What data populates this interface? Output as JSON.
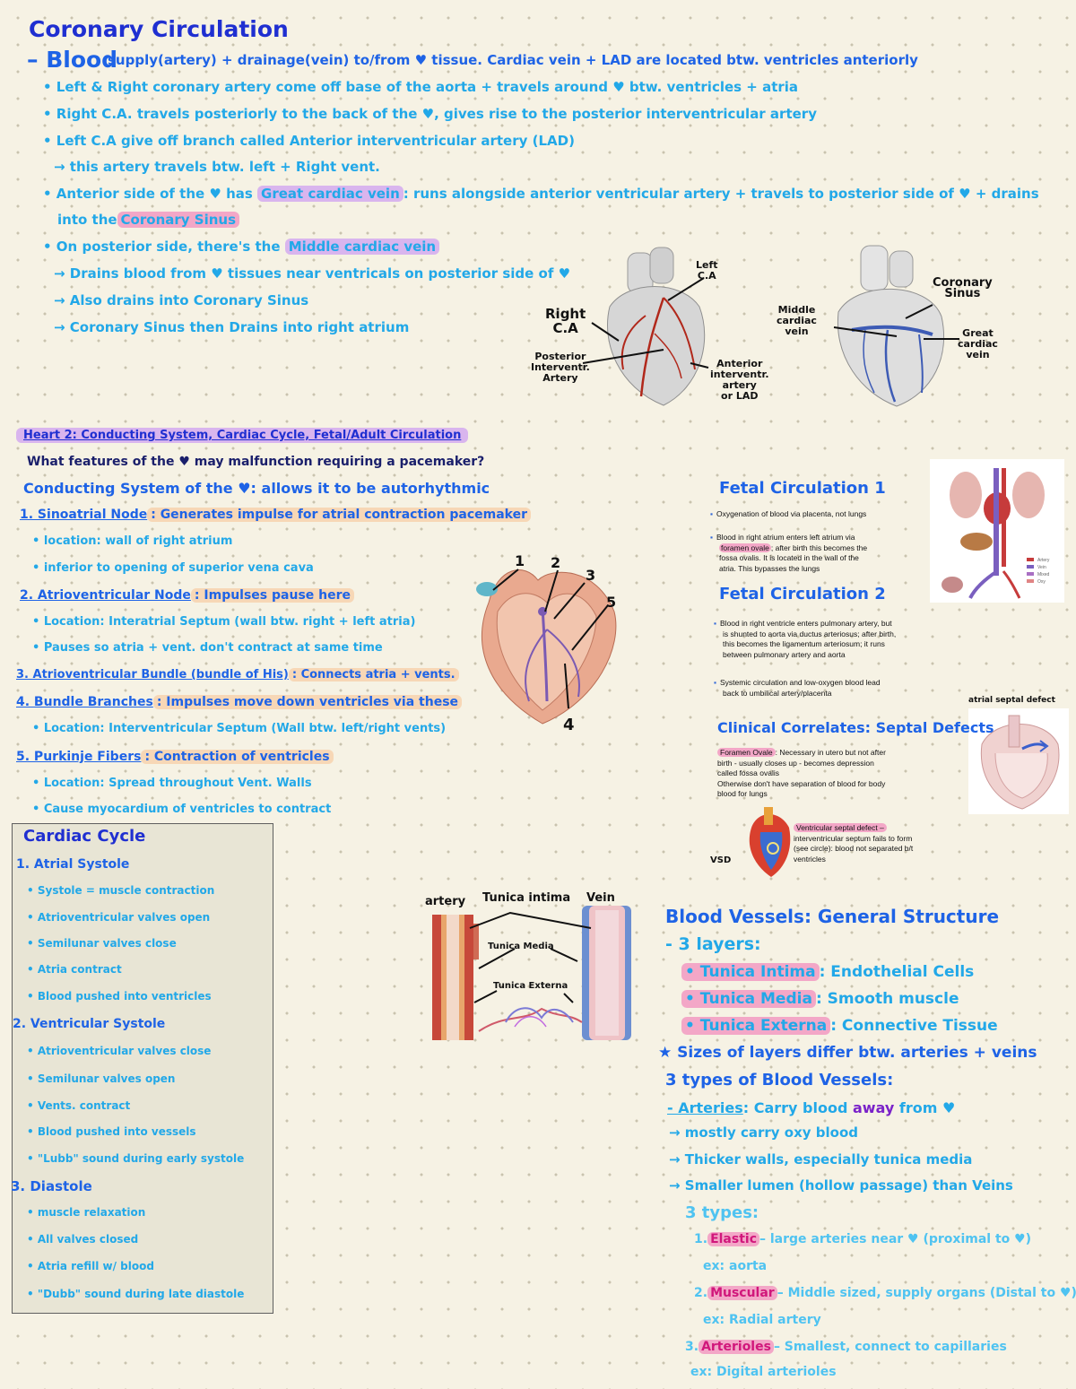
{
  "coronary": {
    "title": "Coronary Circulation",
    "line1a": "– Blood",
    "line1b": "supply(artery) + drainage(vein) to/from ♥ tissue. Cardiac vein + LAD are located btw. ventricles anteriorly",
    "line2": "• Left & Right coronary artery come off base of the aorta + travels around ♥ btw. ventricles + atria",
    "line3": "• Right C.A. travels posteriorly to the back of the ♥, gives rise to the posterior interventricular artery",
    "line4": "• Left C.A give off branch called Anterior interventricular artery (LAD)",
    "line5": "→ this artery travels btw. left + Right vent.",
    "line6a": "• Anterior side of the ♥ has",
    "line6b": "Great cardiac vein",
    "line6c": ": runs alongside anterior ventricular artery + travels to posterior side of ♥ + drains",
    "line7a": "into the",
    "line7b": "Coronary Sinus",
    "line8a": "• On posterior side, there's the",
    "line8b": "Middle cardiac vein",
    "line9": "→ Drains blood from ♥ tissues near ventricals on posterior side of ♥",
    "line10": "→ Also drains into Coronary Sinus",
    "line11": "→ Coronary Sinus then Drains into right atrium"
  },
  "heart_labels": {
    "left_ca": "Left\nC.A",
    "right_ca": "Right\nC.A",
    "posterior": "Posterior\nInterventr.\nArtery",
    "anterior": "Anterior\ninterventr.\nartery\nor LAD",
    "coronary_sinus": "Coronary\nSinus",
    "middle_cardiac": "Middle\ncardiac\nvein",
    "great_cardiac": "Great\ncardiac\nvein"
  },
  "heart2": {
    "header": "Heart 2: Conducting System, Cardiac Cycle, Fetal/Adult Circulation",
    "question": "What features of the ♥ may malfunction requiring a pacemaker?",
    "conducting_title": "Conducting System of the ♥: allows it to be autorhythmic",
    "sa_title": "1. Sinoatrial Node",
    "sa_desc": ": Generates impulse for atrial contraction pacemaker",
    "sa_b1": "• location: wall of right atrium",
    "sa_b2": "• inferior to opening of superior vena cava",
    "av_title": "2. Atrioventricular Node",
    "av_desc": ": Impulses pause here",
    "av_b1": "• Location: Interatrial Septum (wall btw. right + left atria)",
    "av_b2": "• Pauses so atria + vent. don't contract at same time",
    "bundle_title": "3. Atrioventricular Bundle (bundle of His)",
    "bundle_desc": ": Connects atria + vents.",
    "branches_title": "4. Bundle Branches",
    "branches_desc": ": Impulses move down ventricles via these",
    "branches_b1": "• Location: Interventricular Septum (Wall btw. left/right vents)",
    "purkinje_title": "5. Purkinje Fibers",
    "purkinje_desc": ": Contraction of ventricles",
    "purkinje_b1": "• Location: Spread throughout Vent. Walls",
    "purkinje_b2": "• Cause myocardium of ventricles to contract"
  },
  "conduct_labels": [
    "1",
    "2",
    "3",
    "5",
    "4"
  ],
  "cardiac_cycle": {
    "title": "Cardiac Cycle",
    "h1": "1. Atrial Systole",
    "a1": "• Systole = muscle contraction",
    "a2": "• Atrioventricular valves open",
    "a3": "• Semilunar valves close",
    "a4": "• Atria contract",
    "a5": "• Blood pushed into ventricles",
    "h2": "2. Ventricular Systole",
    "b1": "• Atrioventricular valves close",
    "b2": "• Semilunar valves open",
    "b3": "• Vents. contract",
    "b4": "• Blood pushed into vessels",
    "b5": "• \"Lubb\" sound during early systole",
    "h3": "3. Diastole",
    "c1": "• muscle relaxation",
    "c2": "• All valves closed",
    "c3": "• Atria refill w/ blood",
    "c4": "• \"Dubb\" sound during late diastole"
  },
  "fetal": {
    "title1": "Fetal Circulation 1",
    "f1": "Oxygenation of blood via placenta, not lungs",
    "f2a": "Blood in right atrium enters left atrium via",
    "f2b_hl": "foramen ovale",
    "f2b": "; after birth this becomes the",
    "f2c": "fossa ovalis. It is located in the wall of the",
    "f2d": "atria. This bypasses the lungs",
    "title2": "Fetal Circulation 2",
    "g1a": "Blood in right ventricle enters pulmonary artery, but",
    "g1b": "is shunted to aorta via ductus arteriosus; after birth,",
    "g1c": "this becomes the ligamentum arteriosum; it runs",
    "g1d": "between pulmonary artery and aorta",
    "g2a": "Systemic circulation and low-oxygen blood lead",
    "g2b": "back to umbilical artery/placenta"
  },
  "atrial_defect_label": "atrial septal defect",
  "clinical": {
    "title": "Clinical Correlates: Septal Defects",
    "c1_hl": "Foramen Ovale",
    "c1a": ": Necessary in utero but not after",
    "c1b": "birth - usually closes up - becomes depression",
    "c1c": "called fossa ovalis",
    "c1d": "Otherwise don't have separation of blood for body",
    "c1e": "blood for lungs",
    "vsd_hl": "Ventricular septal defect –",
    "vsd_b": "interventricular septum fails to form",
    "vsd_c": "(see circle): blood not separated b/t",
    "vsd_d": "ventricles",
    "vsd_label": "VSD"
  },
  "vessel_labels": {
    "artery": "artery",
    "intima": "Tunica intima",
    "vein": "Vein",
    "media": "Tunica Media",
    "externa": "Tunica Externa"
  },
  "blood_vessels": {
    "title": "Blood Vessels: General Structure",
    "layers": "- 3 layers:",
    "l1_hl": "• Tunica Intima",
    "l1": ": Endothelial Cells",
    "l2_hl": "• Tunica Media",
    "l2": ": Smooth muscle",
    "l3_hl": "• Tunica Externa",
    "l3": ": Connective Tissue",
    "sizes": "★ Sizes of layers differ btw. arteries + veins",
    "types": "3 types of Blood Vessels:",
    "arteries": "- Arteries",
    "arteries_a": ": Carry blood",
    "arteries_away": "away",
    "arteries_b": "from ♥",
    "ar1": "→ mostly carry oxy blood",
    "ar2": "→ Thicker walls, especially tunica media",
    "ar3": "→ Smaller lumen (hollow passage) than Veins",
    "three_types": "3 types:",
    "t1_num": "1.",
    "t1_hl": "Elastic",
    "t1": "– large arteries near ♥ (proximal to ♥)",
    "t1_ex": "ex: aorta",
    "t2_num": "2.",
    "t2_hl": "Muscular",
    "t2": "– Middle sized, supply organs (Distal to ♥)",
    "t2_ex": "ex: Radial artery",
    "t3_num": "3.",
    "t3_hl": "Arterioles",
    "t3": "– Smallest, connect to capillaries",
    "t3_ex": "ex: Digital arterioles"
  },
  "legend": [
    "Artery",
    "Vein",
    "Mixed",
    "Oxy"
  ]
}
